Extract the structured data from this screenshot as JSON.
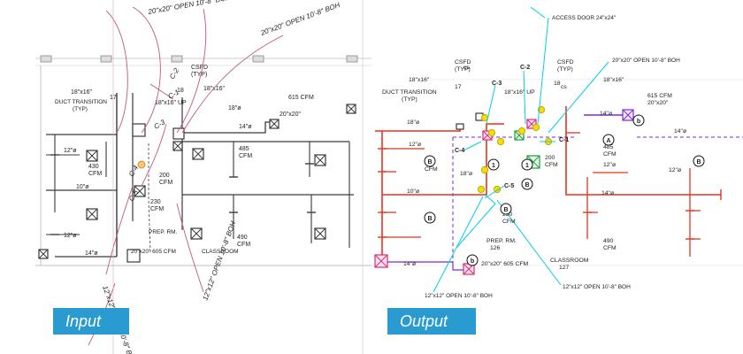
{
  "labels": {
    "input": "Input",
    "output": "Output"
  },
  "colors": {
    "accent": "#2a9bd1",
    "supply": "#e8321e",
    "cyan": "#00d0e8",
    "purple": "#7a2bd6",
    "sketch": "#c2567a",
    "ink": "#222222",
    "green": "#1e9e3a",
    "magenta": "#e0287a",
    "yellow": "#f2dc0a"
  },
  "input": {
    "handwritten": [
      "20\"x20\" OPEN 10'-8\" BOH",
      "20\"x20\" OPEN 10'-8\" BOH",
      "C-1",
      "C-2",
      "C-3",
      "C-4",
      "C-5",
      "12\"x12\" OPEN 10'-8\" BOH",
      "12\"x12\" OPEN 10'-8\" BOH"
    ],
    "print": [
      "CSFD",
      "(TYP)",
      "18\"x16\"",
      "17",
      "DUCT TRANSITION",
      "(TYP)",
      "18\"x16\"",
      "18",
      "18\"x16\" UP",
      "615 CFM",
      "20\"x20\"",
      "18\"ø",
      "14\"ø",
      "12\"ø",
      "430",
      "CFM",
      "10\"ø",
      "485",
      "CFM",
      "200",
      "CFM",
      "12\"ø",
      "230",
      "CFM",
      "490",
      "CFM",
      "14\"ø",
      "20\"x20\" 605 CFM",
      "PREP. RM.",
      "CLASSROOM"
    ]
  },
  "output": {
    "cyan_labels": [
      "ACCESS DOOR 24\"x24\"",
      "20\"x20\" OPEN 10'-8\" BOH",
      "C-1",
      "C-2",
      "C-3",
      "C-4",
      "C-5",
      "12\"x12\" OPEN 10'-8\" BOH",
      "12\"x12\" OPEN 10'-8\" BOH"
    ],
    "print": [
      "CSFD",
      "(TYP)",
      "18\"x16\"",
      "17",
      "DUCT TRANSITION",
      "(TYP)",
      "CSFD",
      "(TYP)",
      "18\"x16\"",
      "18",
      "18\"x16\" UP",
      "615 CFM",
      "20\"x20\"",
      "18\"ø",
      "14\"ø",
      "14\"ø",
      "12\"ø",
      "430",
      "CFM",
      "18\"ø",
      "485",
      "CFM",
      "200",
      "CFM",
      "10\"ø",
      "230",
      "CFM",
      "12\"ø",
      "12\"ø",
      "490",
      "CFM",
      "14\"ø",
      "14\"ø",
      "20\"x20\" 605 CFM",
      "PREP. RM.",
      "126",
      "CLASSROOM",
      "127",
      "cs",
      "cs"
    ],
    "badges": [
      "A",
      "B",
      "1",
      "1",
      "B",
      "B",
      "B",
      "B",
      "b",
      "b"
    ]
  }
}
